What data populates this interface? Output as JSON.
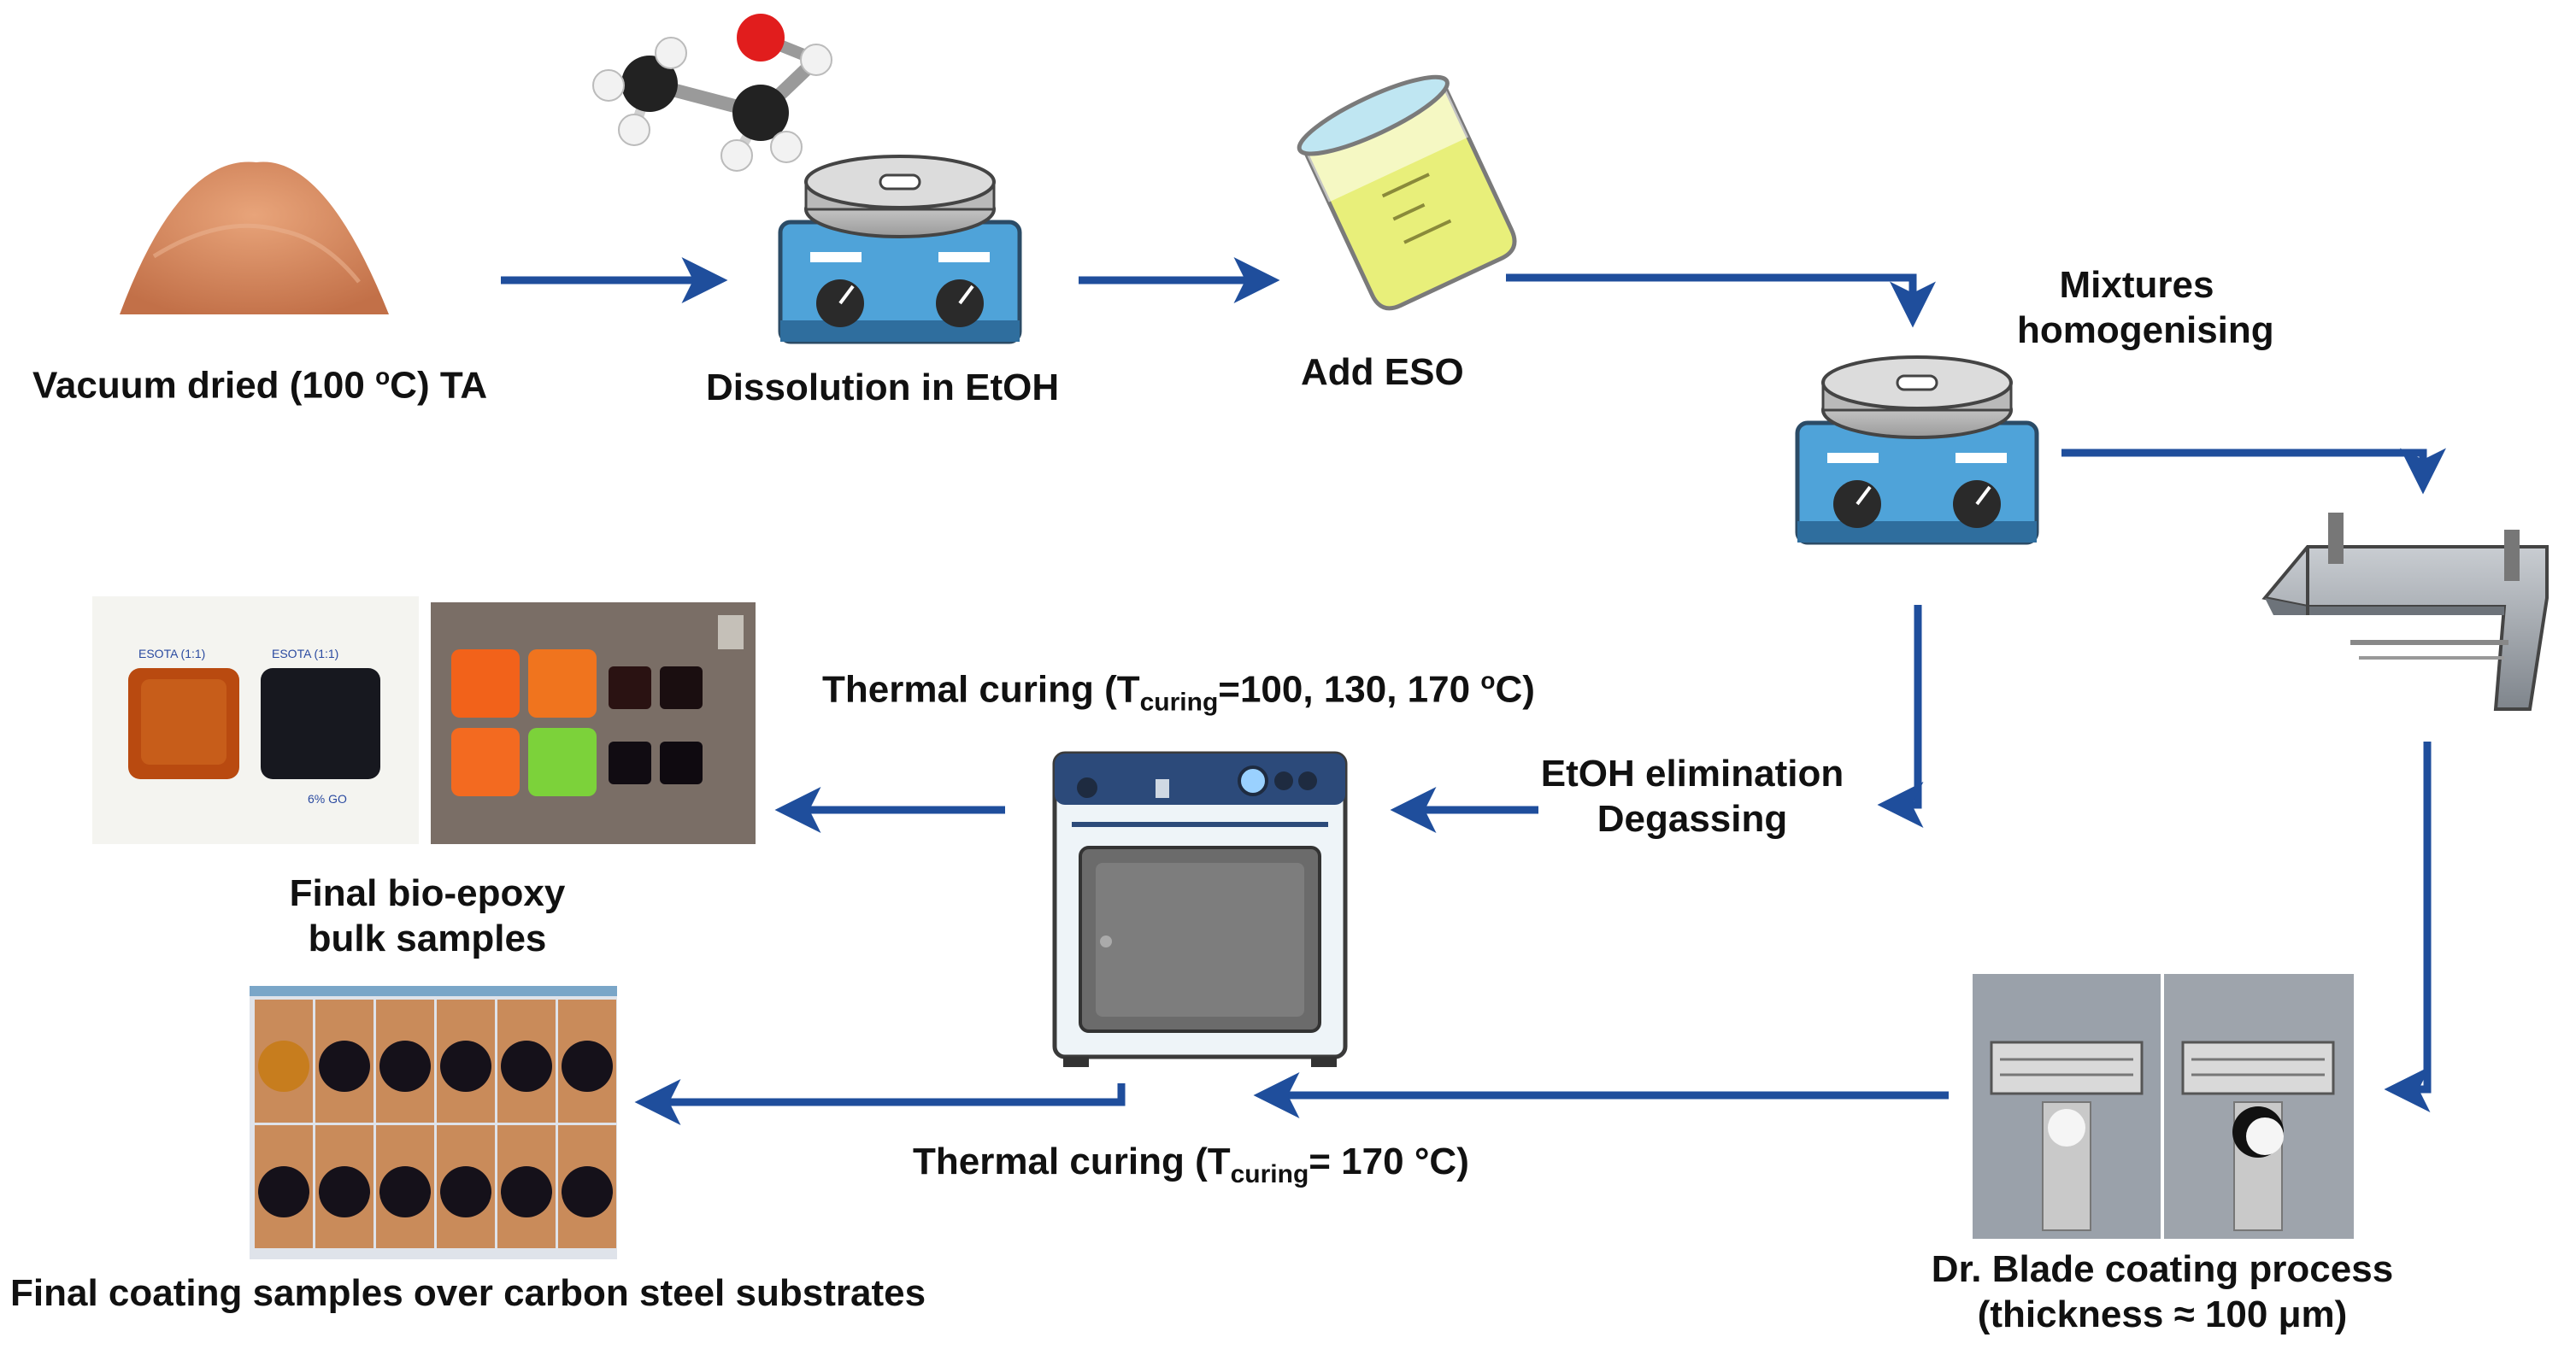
{
  "labels": {
    "ta": "Vacuum dried (100 ",
    "ta_sup": "o",
    "ta_tail": "C) TA",
    "dissolution": "Dissolution in EtOH",
    "add_eso": "Add ESO",
    "mix_1": "Mixtures",
    "mix_2": "homogenising",
    "elim_1": "EtOH elimination",
    "elim_2": "Degassing",
    "curing_top_pre": "Thermal curing (T",
    "curing_top_sub": "curing",
    "curing_top_post": "=100, 130, 170 ",
    "curing_top_sup": "o",
    "curing_top_tail": "C)",
    "curing_bot_pre": "Thermal curing (T",
    "curing_bot_sub": "curing",
    "curing_bot_post": "= 170 °C)",
    "bulk_1": "Final bio-epoxy",
    "bulk_2": "bulk samples",
    "coating_final": "Final coating samples over carbon steel substrates",
    "blade_1": "Dr. Blade coating process",
    "blade_2": "(thickness ≈ 100 μm)"
  },
  "photo_text": {
    "sample_a": "ESOTA (1:1)",
    "sample_b": "ESOTA (1:1)",
    "sample_note": "6% GO"
  },
  "colors": {
    "arrow": "#1f4e9c",
    "equipment_blue": "#4fa3d9",
    "powder": "#d9895a",
    "liquid": "#e8ef7a"
  }
}
